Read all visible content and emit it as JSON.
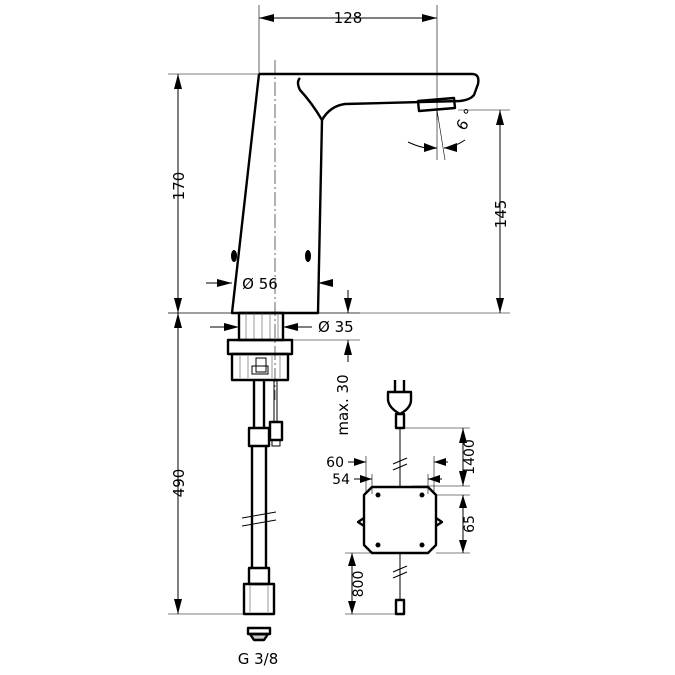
{
  "dimensions": {
    "spout_reach": "128",
    "height_total": "170",
    "spout_height": "145",
    "spout_angle": "6 °",
    "body_diameter": "Ø 56",
    "hole_diameter": "Ø 35",
    "max_thickness": "max. 30",
    "hose_length": "490",
    "cable_length_1400": "1400",
    "box_width_60": "60",
    "box_width_54": "54",
    "box_height_65": "65",
    "cable_length_800": "800",
    "connection_thread": "G 3/8"
  }
}
